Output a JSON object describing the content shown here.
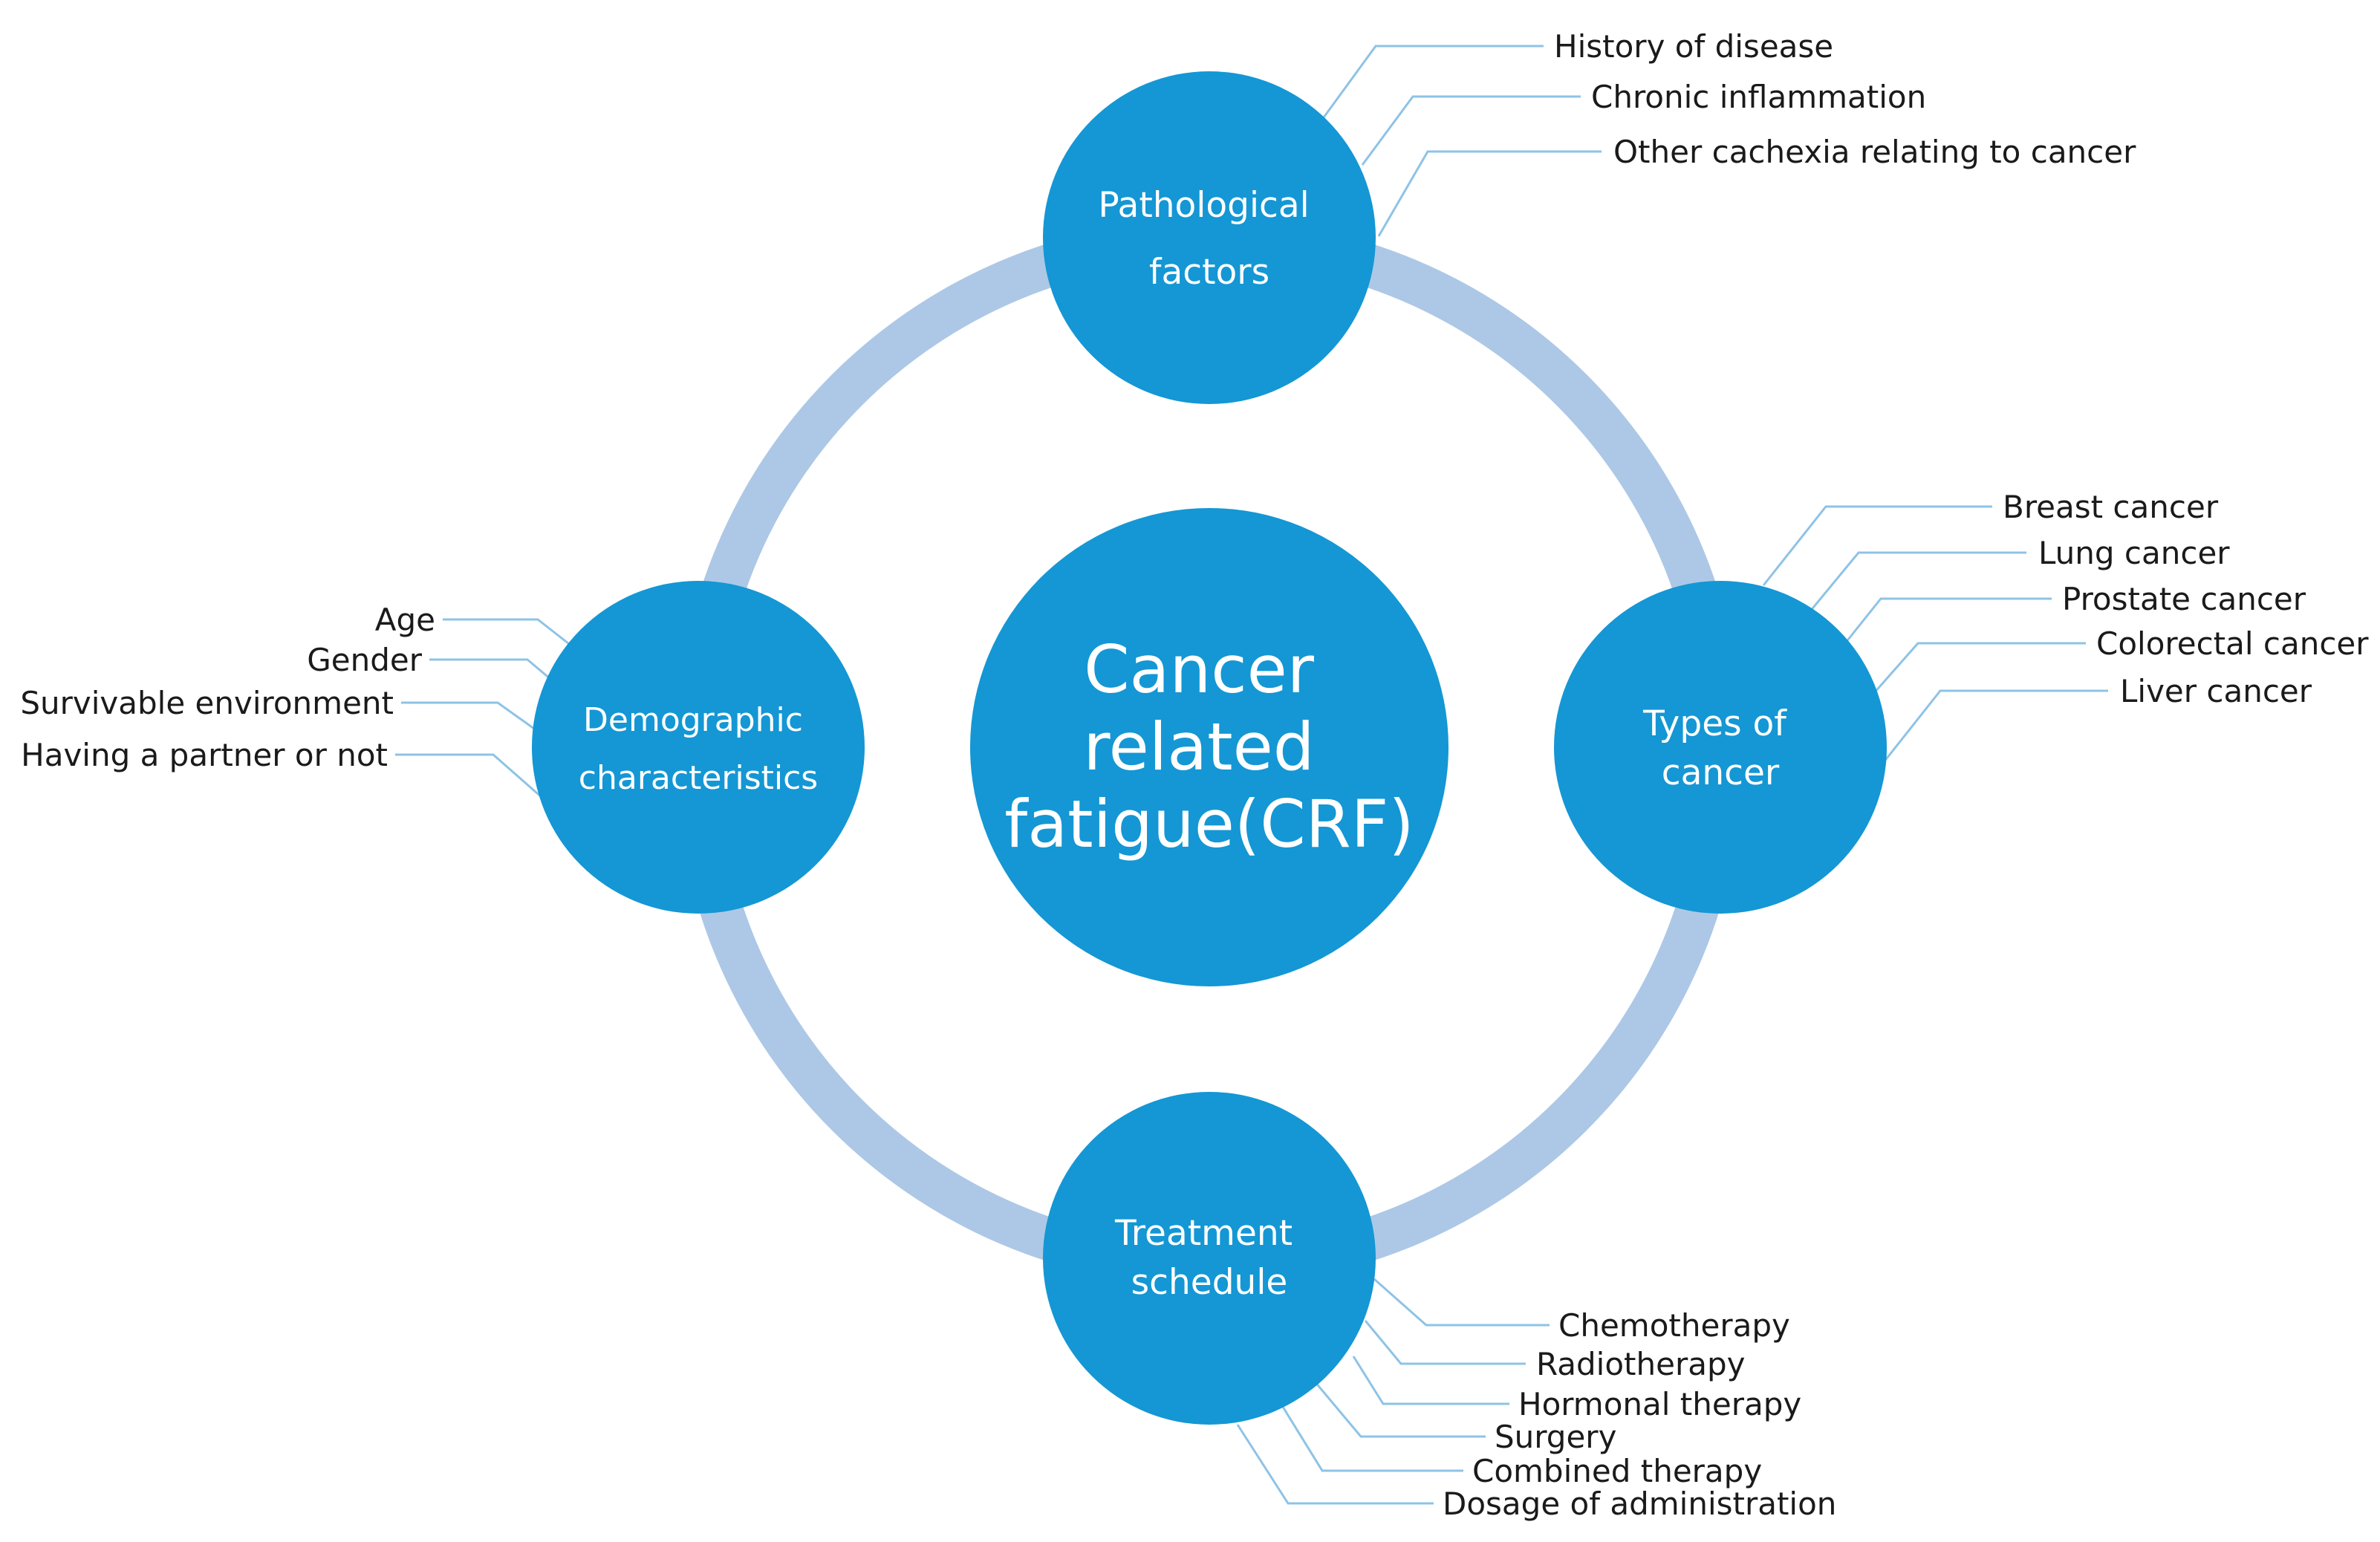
{
  "colors": {
    "node_fill": "#1497d4",
    "ring_stroke": "#adc8e6",
    "leader_stroke": "#8ec3e6",
    "label_text": "#1a1a1a",
    "node_text": "#ffffff"
  },
  "center": {
    "lines": [
      "Cancer",
      "related",
      "fatigue(CRF)"
    ]
  },
  "nodes": {
    "pathological": {
      "lines": [
        "Pathological",
        "factors"
      ],
      "items": [
        "History of disease",
        "Chronic inflammation",
        "Other cachexia relating to cancer"
      ]
    },
    "types": {
      "lines": [
        "Types of",
        "cancer"
      ],
      "items": [
        "Breast cancer",
        "Lung cancer",
        "Prostate cancer",
        "Colorectal cancer",
        "Liver cancer"
      ]
    },
    "treatment": {
      "lines": [
        "Treatment",
        "schedule"
      ],
      "items": [
        "Chemotherapy",
        "Radiotherapy",
        "Hormonal therapy",
        "Surgery",
        "Combined therapy",
        "Dosage of administration"
      ]
    },
    "demographic": {
      "lines": [
        "Demographic",
        "characteristics"
      ],
      "items": [
        "Age",
        "Gender",
        "Survivable environment",
        "Having a partner or not"
      ]
    }
  }
}
